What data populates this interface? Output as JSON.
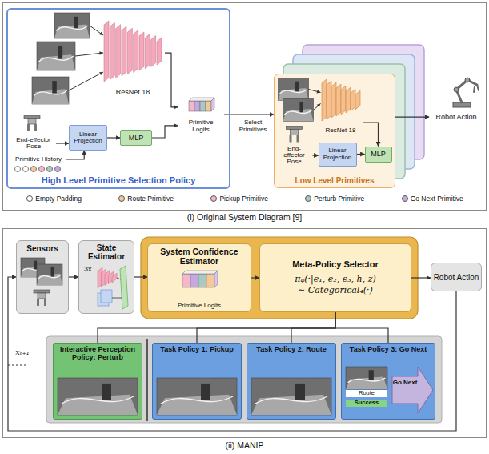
{
  "diagram": {
    "nodes": [
      {
        "text": [
          "High Level Primitive Selection Policy"
        ]
      },
      {
        "text": [
          "ResNet 18"
        ],
        "in": 0
      },
      {
        "text": [
          "End-effector Pose"
        ],
        "in": 0
      },
      {
        "text": [
          "Primitive History"
        ],
        "in": 0
      },
      {
        "text": [
          "Linear Projection"
        ],
        "in": 0
      },
      {
        "text": [
          "MLP"
        ],
        "in": 0
      },
      {
        "text": [
          "Primitive Logits"
        ],
        "in": 0
      },
      {
        "text": [
          "Low Level Primitives"
        ]
      },
      {
        "text": [
          "ResNet 18"
        ],
        "in": 7
      },
      {
        "text": [
          "End-effector Pose"
        ],
        "in": 7
      },
      {
        "text": [
          "Linear Projection"
        ],
        "in": 7
      },
      {
        "text": [
          "MLP"
        ],
        "in": 7
      },
      {
        "text": [
          "Robot Action"
        ]
      },
      {
        "text": [
          "Sensors"
        ]
      },
      {
        "text": [
          "State Estimator",
          "3x"
        ]
      },
      {
        "text": [
          "System Confidence Estimator",
          "Primitive Logits"
        ]
      },
      {
        "text": [
          "Meta-Policy Selector",
          "πᵩ(·|e₁, e₂, e₃, h, z)",
          "∼ Categorical₄(·)"
        ]
      },
      {
        "text": [
          "Robot Action"
        ]
      },
      {
        "text": [
          "Interactive Perception Policy: Perturb"
        ]
      },
      {
        "text": [
          "Task Policy 1: Pickup"
        ]
      },
      {
        "text": [
          "Task Policy 2: Route"
        ]
      },
      {
        "text": [
          "Task Policy 3: Go Next"
        ]
      }
    ],
    "edges": [
      {
        "from": 2,
        "to": 4,
        "arrow": "to"
      },
      {
        "from": 3,
        "to": 4,
        "arrow": "to"
      },
      {
        "from": 4,
        "to": 5,
        "arrow": "to"
      },
      {
        "from": 1,
        "to": 6,
        "arrow": "to"
      },
      {
        "from": 5,
        "to": 6,
        "arrow": "to"
      },
      {
        "from": 6,
        "to": 7,
        "label": "Select Primitives",
        "arrow": "to"
      },
      {
        "from": 9,
        "to": 10,
        "arrow": "to"
      },
      {
        "from": 10,
        "to": 11,
        "arrow": "to"
      },
      {
        "from": 8,
        "to": 11,
        "arrow": "to"
      },
      {
        "from": 7,
        "to": 12,
        "arrow": "to"
      },
      {
        "from": 13,
        "to": 14,
        "arrow": "to"
      },
      {
        "from": 14,
        "to": 15,
        "arrow": "to"
      },
      {
        "from": 15,
        "to": 16,
        "arrow": "to"
      },
      {
        "from": 16,
        "to": 17,
        "arrow": "to"
      },
      {
        "from": 16,
        "to": 18,
        "arrow": "none"
      },
      {
        "from": 16,
        "to": 19,
        "arrow": "none"
      },
      {
        "from": 16,
        "to": 20,
        "arrow": "none"
      },
      {
        "from": 16,
        "to": 21,
        "arrow": "none"
      },
      {
        "from": 17,
        "to": 13,
        "label": "xₜ₊₁",
        "arrow": "to"
      }
    ],
    "labels": [
      "(i) Original System Diagram [9]",
      "(ii) MANIP",
      "Route",
      "Success",
      "Go Next"
    ],
    "legend": [
      {
        "text": "Empty Padding"
      },
      {
        "text": "Route Primitive",
        "color": "#f5c89a"
      },
      {
        "text": "Pickup Primitive",
        "color": "#f4b8c8"
      },
      {
        "text": "Perturb Primitive",
        "color": "#a9c9c2"
      },
      {
        "text": "Go Next Primitive",
        "color": "#c3a9e0"
      }
    ]
  }
}
